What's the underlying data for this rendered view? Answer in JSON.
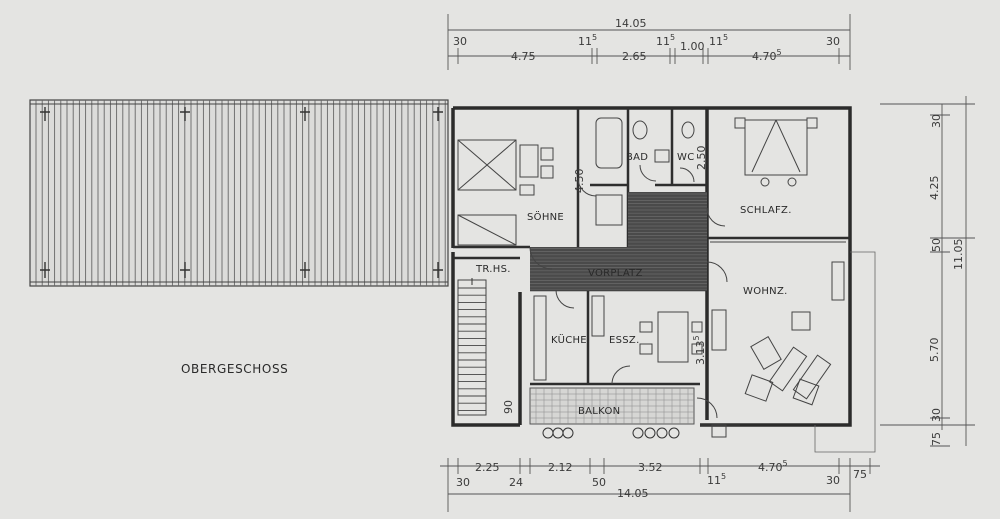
{
  "plan_title": "OBERGESCHOSS",
  "rooms": {
    "soehne": "SÖHNE",
    "bad": "BAD",
    "wc": "WC",
    "schlafz": "SCHLAFZ.",
    "vorplatz": "VORPLATZ",
    "treppenhaus": "TR.HS.",
    "kueche": "KÜCHE",
    "essz": "ESSZ.",
    "wohnz": "WOHNZ.",
    "balkon": "BALKON"
  },
  "dimensions": {
    "top_total": "14.05",
    "top_a": "30",
    "top_b": "4.75",
    "top_c": "11",
    "top_c_sup": "5",
    "top_d": "2.65",
    "top_e": "11",
    "top_e_sup": "5",
    "top_f": "1.00",
    "top_g": "11",
    "top_g_sup": "5",
    "top_h": "4.70",
    "top_h_sup": "5",
    "top_i": "30",
    "right_total": "11.05",
    "right_a": "30",
    "right_b": "4.25",
    "right_c": "50",
    "right_d": "5.70",
    "right_e": "30",
    "right_f": "75",
    "bottom_total": "14.05",
    "bottom_a": "2.25",
    "bottom_b": "2.12",
    "bottom_c": "3.52",
    "bottom_d": "4.70",
    "bottom_d_sup": "5",
    "bottom_e": "30",
    "bottom_f": "24",
    "bottom_g": "50",
    "bottom_h": "11",
    "bottom_h_sup": "5",
    "bottom_i": "30",
    "bottom_j": "75",
    "inner_soehne_wall": "4.50",
    "inner_wc_wall": "2.50",
    "inner_essz_wall": "3.13",
    "inner_essz_wall_sup": "5",
    "inner_balkon": "90"
  }
}
